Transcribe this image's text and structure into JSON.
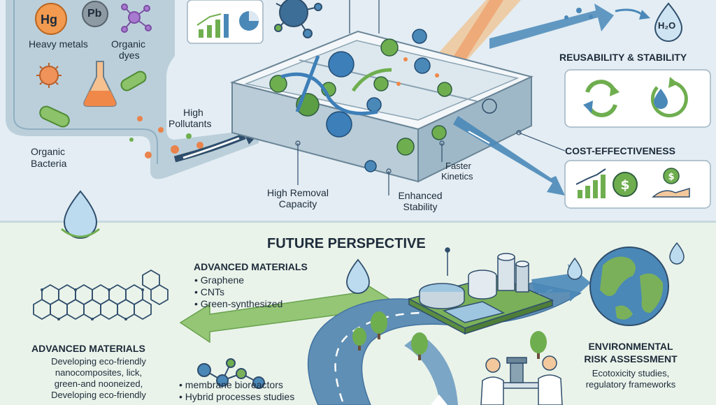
{
  "pollutants": {
    "hg": "Hg",
    "pb": "Pb",
    "heavy_metals": "Heavy metals",
    "organic_dyes_1": "Organic",
    "organic_dyes_2": "dyes",
    "organic_bacteria_1": "Organic",
    "organic_bacteria_2": "Bacteria"
  },
  "flow": {
    "high_pollutants_1": "High",
    "high_pollutants_2": "Pollutants",
    "h2o": "H₂O"
  },
  "adsorbent": {
    "high_removal_1": "High Removal",
    "high_removal_2": "Capacity",
    "enhanced_1": "Enhanced",
    "enhanced_2": "Stability",
    "faster_1": "Faster",
    "faster_2": "Kinetics"
  },
  "benefits": {
    "reusability_title": "REUSABILITY & STABILITY",
    "cost_title": "COST-EFFECTIVENESS"
  },
  "future": {
    "title": "FUTURE PERSPECTIVE",
    "adv_top_title": "ADVANCED MATERIALS",
    "adv_top_items": [
      "Graphene",
      "CNTs",
      "Green-synthesized"
    ],
    "adv_left_title": "ADVANCED MATERIALS",
    "adv_left_lines": [
      "Developing eco-friendly",
      "nanocomposites, lick,",
      "green-and nooneized,",
      "Developing eco-friendly"
    ],
    "process_items": [
      "membrane bioreactors",
      "Hybrid processes studies"
    ],
    "risk_title_1": "ENVIRONMENTAL",
    "risk_title_2": "RISK ASSESSMENT",
    "risk_lines": [
      "Ecotoxicity studies,",
      "regulatory frameworks"
    ]
  },
  "colors": {
    "top_bg": "#e3edf3",
    "bottom_bg": "#eaf3ea",
    "arrow_blue": "#4a88b8",
    "arrow_green": "#6fae4f",
    "heading_text": "#1d2b3a"
  }
}
